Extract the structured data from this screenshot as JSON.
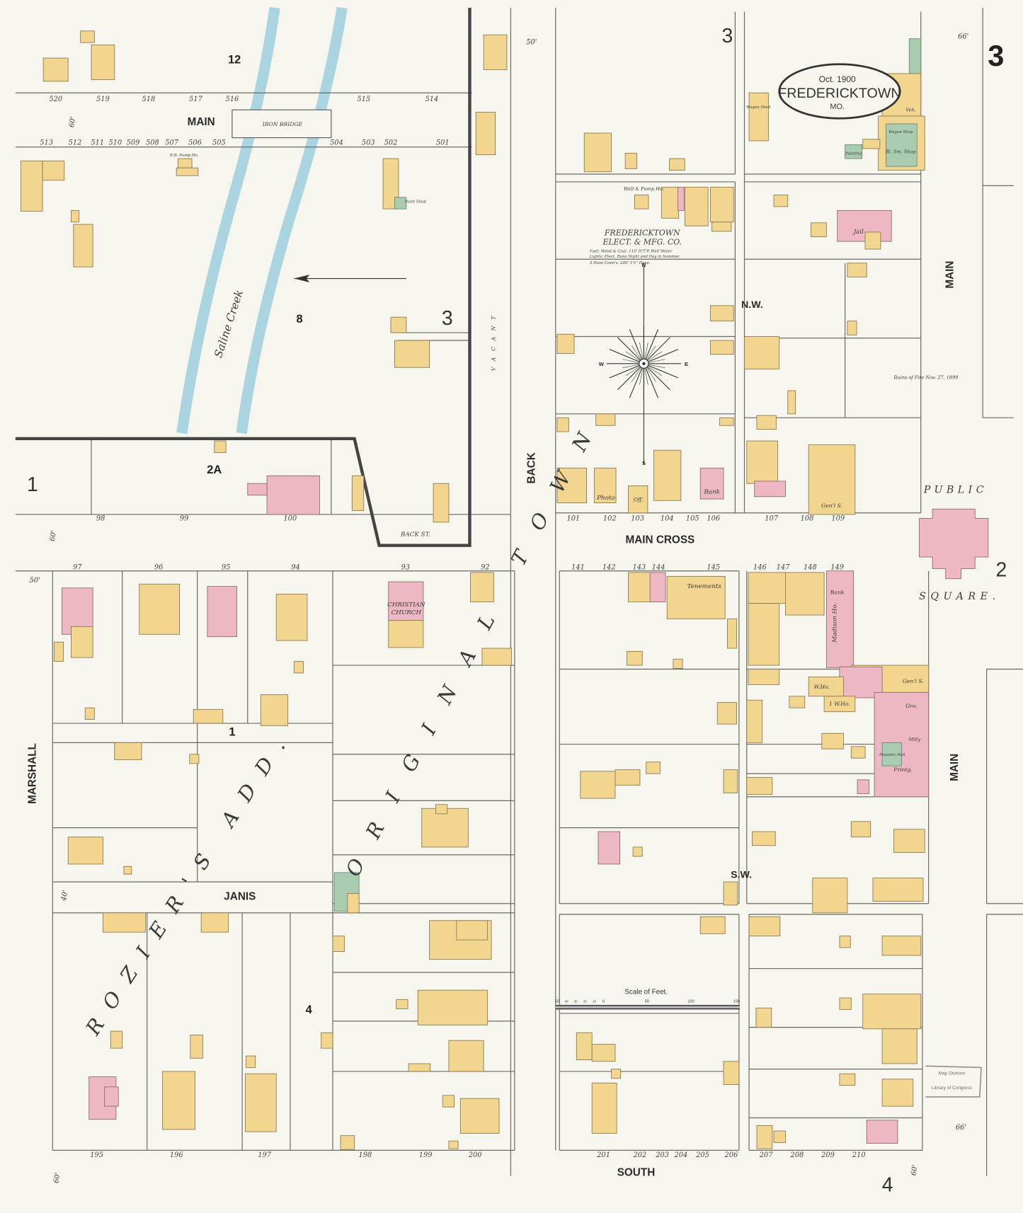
{
  "sheet": {
    "number": "3",
    "date": "Oct. 1900",
    "town": "FREDERICKTOWN",
    "state": "MO.",
    "colors": {
      "paper": "#f6f5ee",
      "frame": "#f2d690",
      "brick": "#eeb7c4",
      "stone": "#a9cbb0",
      "water": "#a9d4e0"
    }
  },
  "streets": {
    "main_top": "MAIN",
    "iron_bridge": "IRON BRIDGE",
    "back": "BACK",
    "back_st": "BACK ST.",
    "main_cross": "MAIN CROSS",
    "main_right_upper": "MAIN",
    "main_right_lower": "MAIN",
    "marshall": "MARSHALL",
    "janis": "JANIS",
    "south": "SOUTH",
    "vacant": "VACANT",
    "creek": "Saline Creek"
  },
  "areas": {
    "public_square_1": "PUBLIC",
    "public_square_2": "SQUARE.",
    "nw": "N.W.",
    "sw": "S.W.",
    "original_town": "ORIGINAL TOWN",
    "roziers_add": "ROZIER'S ADD.",
    "ruins": "Ruins of Fire Nov. 27, 1899"
  },
  "blocks": [
    "12",
    "8",
    "3",
    "2A",
    "1",
    "3",
    "1",
    "4",
    "2",
    "4"
  ],
  "adjacent_sheets": [
    "1",
    "2",
    "4",
    "3"
  ],
  "buildings": {
    "well": "Well & Pump Ho.",
    "electric_co_1": "FREDERICKTOWN",
    "electric_co_2": "ELECT. & MFG. CO.",
    "electric_co_3": "Fuel: Wood & Coal. 110' H'T'P. Well Water",
    "electric_co_4": "Lights: Elect. Runs Night and Day in Summer.",
    "electric_co_5": "3 Hose Conn's. 200' 1½\" Hose.",
    "jail": "Jail",
    "church_1": "CHRISTIAN",
    "church_2": "CHURCH",
    "bank_upper": "Bank",
    "photo": "Photo",
    "office": "Off.",
    "tenements": "Tenements",
    "madison": "Madison Ho.",
    "bank_lower": "Bank",
    "gen_store_1": "Gen'l S.",
    "gen_store_2": "Gen'l S.",
    "grocery": "Gro.",
    "printing": "Printg.",
    "masonic": "Masonic Hall",
    "wagon_shop": "Wagon Shop",
    "smith": "Bl. Sm. Shop",
    "vehicles": "Veh.",
    "wagon_shed": "Wagon Shed",
    "painting": "Painting",
    "rr_pump": "R.R. Pump Ho.",
    "paint_shop": "Paint Shop",
    "w_ho_1": "W.Ho.",
    "w_ho_2": "1 W.Ho.",
    "millinery": "Milly"
  },
  "scale": {
    "title": "Scale of Feet.",
    "ticks": [
      "50",
      "40",
      "30",
      "20",
      "10",
      "0",
      "50",
      "100",
      "150"
    ]
  },
  "stamp": {
    "line1": "Map Division",
    "line2": "Library of Congress"
  },
  "widths": [
    "66'",
    "60'",
    "50'",
    "60'",
    "40'",
    "50'",
    "60'",
    "66'",
    "60'"
  ],
  "house_numbers": {
    "main_north": [
      "520",
      "519",
      "518",
      "517",
      "516",
      "515",
      "514"
    ],
    "main_south": [
      "513",
      "512",
      "511",
      "510",
      "509",
      "508",
      "507",
      "506",
      "505",
      "504",
      "503",
      "502",
      "501"
    ],
    "main_cross_north": [
      "98",
      "99",
      "100",
      "101",
      "102",
      "103",
      "104",
      "105",
      "106",
      "107",
      "108",
      "109"
    ],
    "main_cross_south": [
      "97",
      "96",
      "95",
      "94",
      "93",
      "92",
      "141",
      "142",
      "143",
      "144",
      "145",
      "146",
      "147",
      "148",
      "149"
    ],
    "south": [
      "195",
      "196",
      "197",
      "198",
      "199",
      "200",
      "201",
      "202",
      "203",
      "204",
      "205",
      "206",
      "207",
      "208",
      "209",
      "210"
    ]
  }
}
